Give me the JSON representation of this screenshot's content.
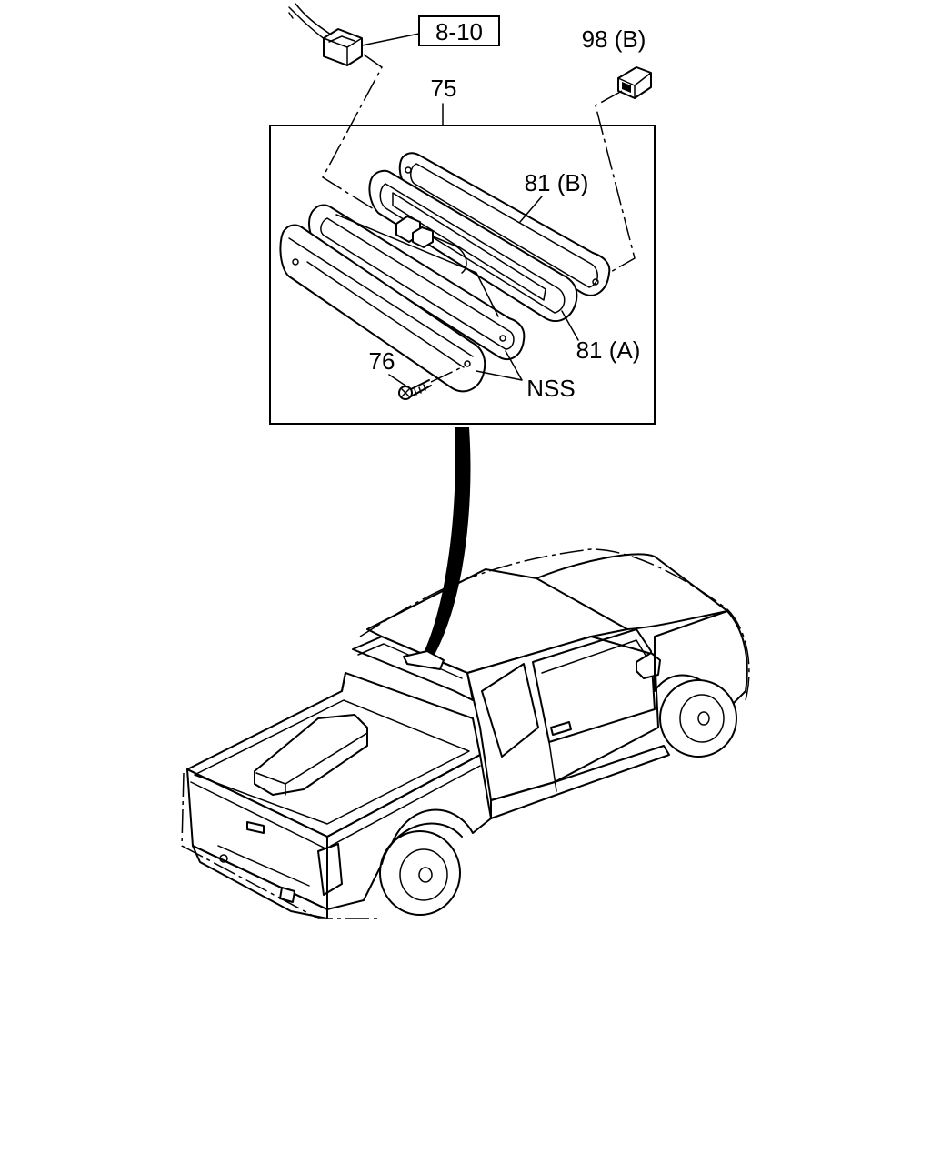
{
  "callouts": {
    "ref_box": "8-10",
    "part_98b": "98 (B)",
    "part_75": "75",
    "part_81b": "81 (B)",
    "part_81a": "81 (A)",
    "part_76": "76",
    "nss": "NSS"
  }
}
